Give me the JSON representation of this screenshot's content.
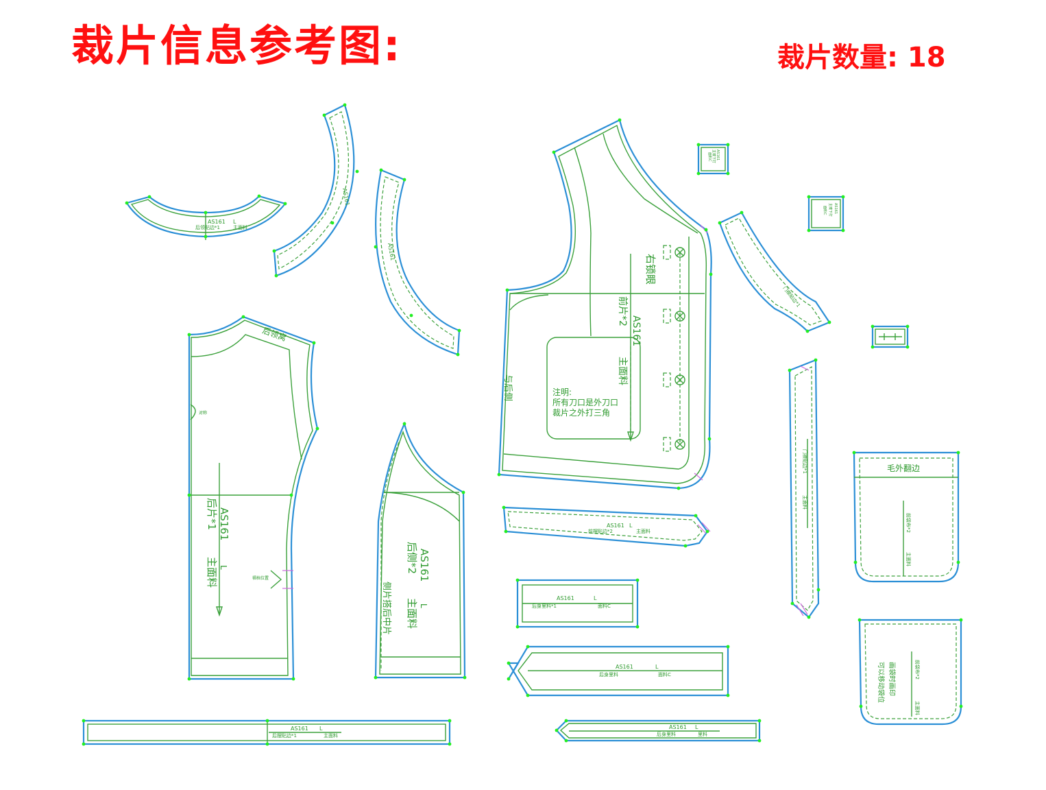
{
  "header": {
    "title": "裁片信息参考图:",
    "count_label": "裁片数量: 18"
  },
  "colors": {
    "title": "#ff1010",
    "cut_line": "#2b8fd6",
    "seam_line": "#3aa03a",
    "notch": "#cc66dd"
  },
  "pieces": {
    "front": {
      "style": "AS161",
      "name": "前片*2",
      "fabric": "主面料",
      "buttonhole": "右锁眼",
      "side_label": "与后侧",
      "note_title": "注明:",
      "note_line1": "所有刀口是外刀口",
      "note_line2": "裁片之外打三角"
    },
    "back": {
      "style": "AS161",
      "name": "后片*1",
      "size": "L",
      "fabric": "主面料",
      "neck_label": "后领窝",
      "pleat_label": "褶档位置",
      "center_label": "对称"
    },
    "back_side": {
      "style": "AS161",
      "name": "后侧*2",
      "size": "L",
      "fabric": "主面料",
      "note": "侧片搭后中片"
    },
    "back_neck_facing": {
      "style": "AS161",
      "size": "L",
      "name": "后领贴边*1",
      "fabric": "主面料"
    },
    "front_hem": {
      "style": "AS161",
      "size": "L",
      "name": "前摆贴边*2",
      "fabric": "主面料"
    },
    "belt_small": {
      "style": "AS161",
      "size": "L",
      "name": "后身里料*1",
      "fabric": "面料C"
    },
    "belt_long": {
      "style": "AS161",
      "size": "L",
      "name": "后身里料",
      "fabric": "面料C"
    },
    "back_hem": {
      "style": "AS161",
      "size": "L",
      "name": "后摆贴边*1",
      "fabric": "主面料"
    },
    "tab": {
      "style": "AS161",
      "size": "L",
      "name": "后身里料",
      "fabric": "里料"
    },
    "placket": {
      "name": "门襟贴边*1",
      "fabric": "主面料"
    },
    "pocket_top": {
      "label": "毛外翻边",
      "name": "前袋布*2",
      "fabric": "主面料"
    },
    "pocket_bottom": {
      "name": "前袋布*2",
      "fabric": "主面料",
      "note_line1": "画袋时画印",
      "note_line2": "可以移动袋位"
    },
    "tag1": {
      "style": "AS161",
      "name": "主唛下打",
      "fabric": "面料C"
    },
    "tag2": {
      "style": "AS161",
      "name": "主唛下打",
      "fabric": "面料C"
    }
  }
}
